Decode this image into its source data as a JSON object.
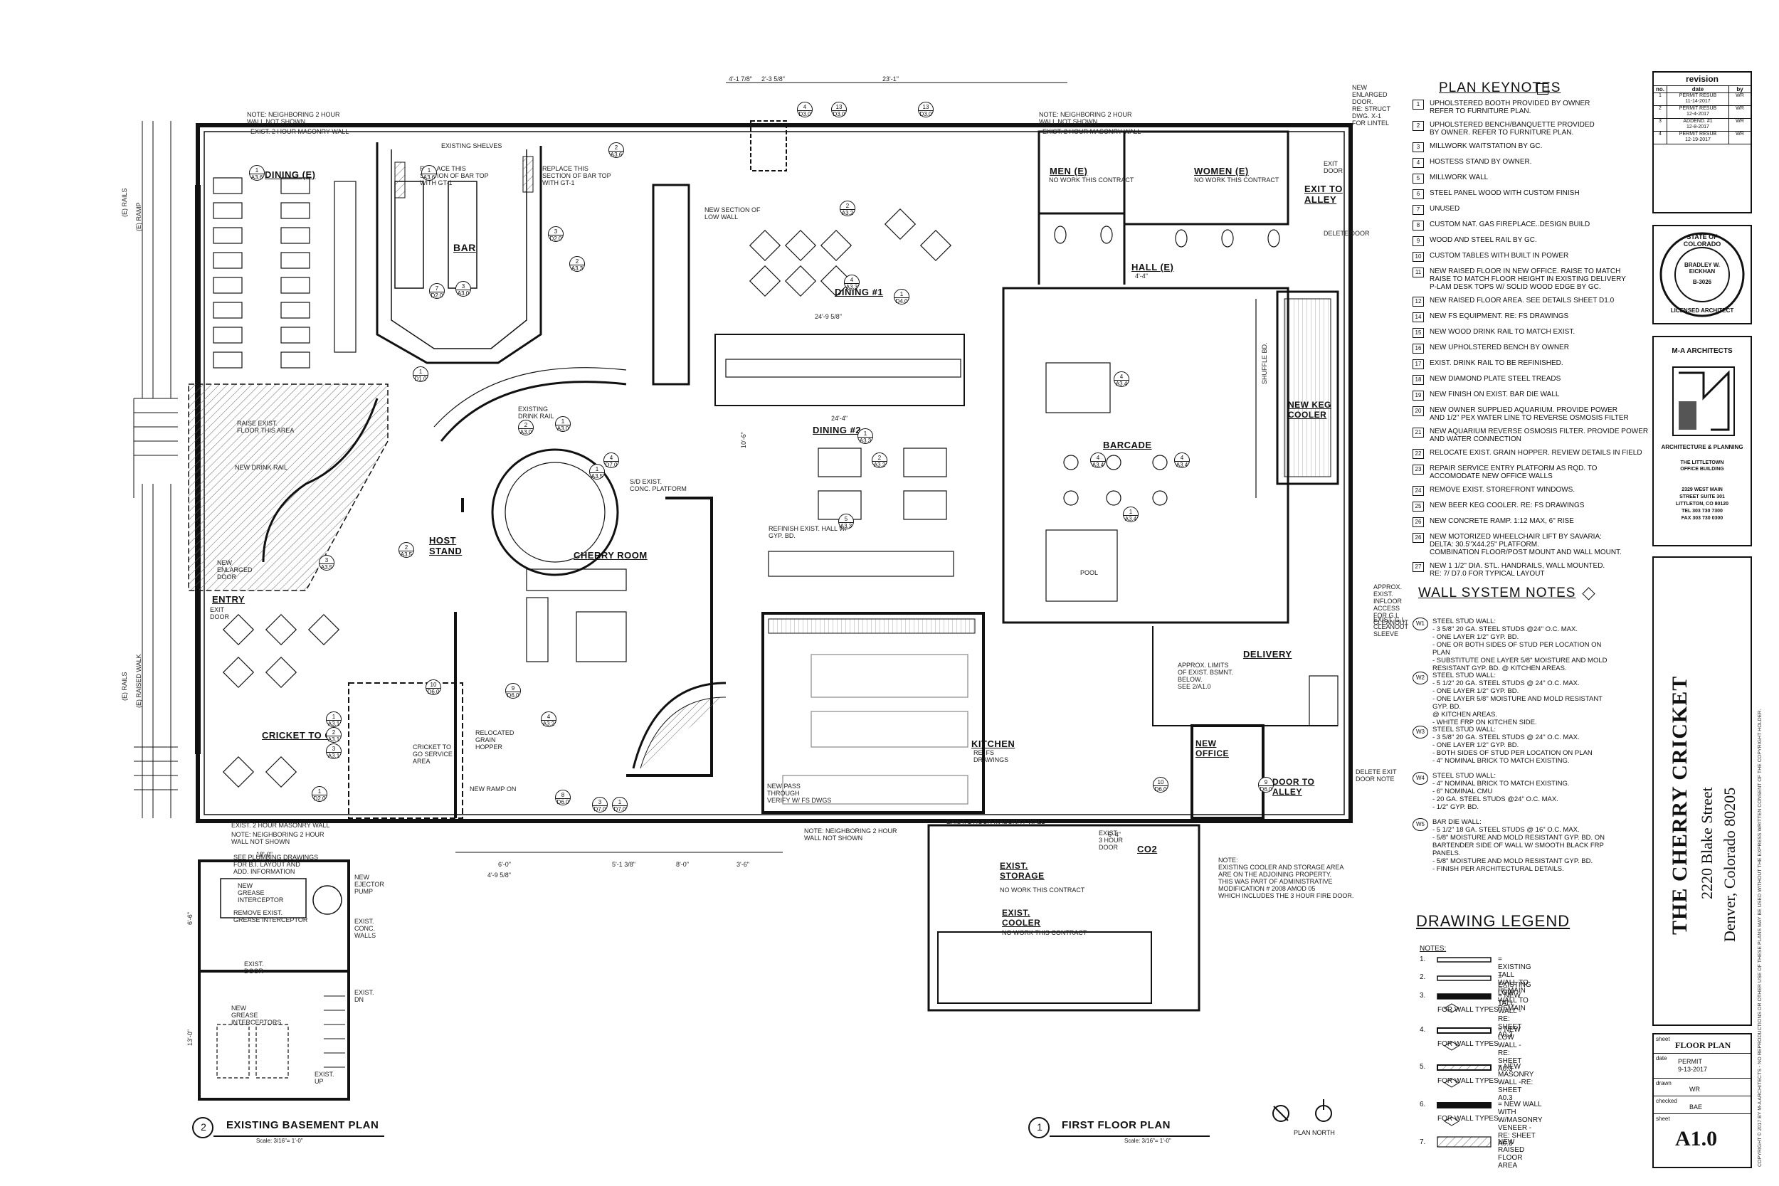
{
  "plan_keynotes": {
    "heading": "PLAN KEYNOTES",
    "items": [
      {
        "n": "1",
        "t": "UPHOLSTERED BOOTH PROVIDED BY OWNER\nREFER TO FURNITURE PLAN."
      },
      {
        "n": "2",
        "t": "UPHOLSTERED BENCH/BANQUETTE PROVIDED\nBY OWNER. REFER TO FURNITURE PLAN."
      },
      {
        "n": "3",
        "t": "MILLWORK WAITSTATION BY GC."
      },
      {
        "n": "4",
        "t": "HOSTESS STAND BY OWNER."
      },
      {
        "n": "5",
        "t": "MILLWORK WALL"
      },
      {
        "n": "6",
        "t": "STEEL PANEL WOOD WITH CUSTOM FINISH"
      },
      {
        "n": "7",
        "t": "UNUSED"
      },
      {
        "n": "8",
        "t": "CUSTOM NAT. GAS FIREPLACE..DESIGN BUILD"
      },
      {
        "n": "9",
        "t": "WOOD AND STEEL RAIL BY GC."
      },
      {
        "n": "10",
        "t": "CUSTOM TABLES WITH BUILT IN POWER"
      },
      {
        "n": "11",
        "t": "NEW RAISED FLOOR IN NEW OFFICE. RAISE TO MATCH\nRAISE TO MATCH FLOOR HEIGHT IN EXISTING DELIVERY\nP-LAM DESK TOPS W/ SOLID WOOD EDGE BY GC."
      },
      {
        "n": "12",
        "t": "NEW RAISED FLOOR AREA. SEE DETAILS SHEET D1.0"
      },
      {
        "n": "14",
        "t": "NEW FS EQUIPMENT. RE: FS DRAWINGS"
      },
      {
        "n": "15",
        "t": "NEW WOOD DRINK RAIL TO MATCH EXIST."
      },
      {
        "n": "16",
        "t": "NEW UPHOLSTERED BENCH BY OWNER"
      },
      {
        "n": "17",
        "t": "EXIST. DRINK RAIL TO BE REFINISHED."
      },
      {
        "n": "18",
        "t": "NEW DIAMOND PLATE STEEL TREADS"
      },
      {
        "n": "19",
        "t": "NEW FINISH ON EXIST. BAR DIE WALL"
      },
      {
        "n": "20",
        "t": "NEW OWNER SUPPLIED AQUARIUM. PROVIDE POWER\nAND 1/2\" PEX WATER LINE TO REVERSE OSMOSIS FILTER"
      },
      {
        "n": "21",
        "t": "NEW AQUARIUM REVERSE OSMOSIS FILTER. PROVIDE POWER\nAND WATER CONNECTION"
      },
      {
        "n": "22",
        "t": "RELOCATE EXIST. GRAIN HOPPER. REVIEW DETAILS IN FIELD"
      },
      {
        "n": "23",
        "t": "REPAIR SERVICE ENTRY PLATFORM AS RQD. TO\nACCOMODATE NEW OFFICE WALLS"
      },
      {
        "n": "24",
        "t": "REMOVE EXIST. STOREFRONT WINDOWS."
      },
      {
        "n": "25",
        "t": "NEW BEER KEG COOLER. RE: FS DRAWINGS"
      },
      {
        "n": "26",
        "t": "NEW CONCRETE RAMP. 1:12 MAX, 6\" RISE"
      },
      {
        "n": "26",
        "t": "NEW MOTORIZED WHEELCHAIR LIFT BY SAVARIA:\nDELTA: 30.5\"X44.25\" PLATFORM.\nCOMBINATION FLOOR/POST MOUNT AND WALL MOUNT."
      },
      {
        "n": "27",
        "t": "NEW 1 1/2\" DIA. STL. HANDRAILS, WALL MOUNTED.\nRE: 7/ D7.0 FOR TYPICAL LAYOUT"
      }
    ]
  },
  "wall_system_notes": {
    "heading": "WALL SYSTEM NOTES",
    "items": [
      {
        "n": "W1",
        "t": "STEEL STUD WALL:\n- 3 5/8\" 20 GA. STEEL STUDS @24\" O.C. MAX.\n- ONE LAYER 1/2\" GYP. BD.\n  - ONE OR BOTH SIDES OF STUD PER LOCATION ON PLAN\n  - SUBSTITUTE ONE LAYER 5/8\" MOISTURE AND MOLD\n    RESISTANT GYP. BD. @ KITCHEN AREAS."
      },
      {
        "n": "W2",
        "t": "STEEL STUD WALL:\n- 5 1/2\" 20 GA. STEEL STUDS @ 24\" O.C. MAX.\n- ONE LAYER 1/2\" GYP. BD.\n- ONE LAYER 5/8\" MOISTURE AND MOLD RESISTANT GYP. BD.\n  @ KITCHEN AREAS.\n  - WHITE FRP ON KITCHEN SIDE."
      },
      {
        "n": "W3",
        "t": "STEEL STUD WALL:\n- 3 5/8\" 20 GA. STEEL STUDS @ 24\" O.C. MAX.\n- ONE LAYER 1/2\" GYP. BD.\n  - BOTH SIDES OF STUD PER LOCATION ON PLAN\n- 4\" NOMINAL BRICK TO MATCH EXISTING."
      },
      {
        "n": "W4",
        "t": "STEEL STUD WALL:\n- 4\" NOMINAL BRICK TO MATCH EXISTING.\n- 6\" NOMINAL CMU\n- 20 GA. STEEL STUDS @24\" O.C. MAX.\n- 1/2\" GYP. BD."
      },
      {
        "n": "W5",
        "t": "BAR DIE WALL:\n- 5 1/2\" 18 GA. STEEL STUDS @ 16\" O.C. MAX.\n- 5/8\" MOISTURE AND MOLD RESISTANT GYP. BD. ON\n  BARTENDER SIDE OF WALL W/ SMOOTH BLACK FRP\n  PANELS.\n- 5/8\" MOISTURE AND MOLD RESISTANT GYP. BD.\n- FINISH PER ARCHITECTURAL DETAILS."
      }
    ]
  },
  "drawing_legend": {
    "heading": "DRAWING LEGEND",
    "notes_label": "NOTES:",
    "items": [
      {
        "n": "1.",
        "t": "= EXISTING TALL WALL TO REMAIN"
      },
      {
        "n": "2.",
        "t": "= EXISTING LOW WALL TO REMAIN"
      },
      {
        "n": "3.",
        "t": "= NEW TALL WALL -RE: SHEET A0.3"
      },
      {
        "n": "4.",
        "t": "= NEW LOW WALL -RE: SHEET A0.3"
      },
      {
        "n": "5.",
        "t": "= NEW MASONRY WALL -RE: SHEET A0.3"
      },
      {
        "n": "6.",
        "t": "= NEW WALL WITH\n  W/MASONRY VENEER -RE: SHEET A0.3"
      },
      {
        "n": "7.",
        "t": "NEW RAISED FLOOR AREA"
      }
    ],
    "for_wall_types": "FOR WALL TYPES"
  },
  "title_block": {
    "revision_heading": "revision",
    "rev_cols": [
      "no.",
      "date",
      "by"
    ],
    "revisions": [
      {
        "no": "1",
        "date": "PERMIT RESUB\n11-14-2017",
        "by": "WR"
      },
      {
        "no": "2",
        "date": "PERMIT RESUB\n12-4-2017",
        "by": "WR"
      },
      {
        "no": "3",
        "date": "ADDEND. #1\n12-8-2017",
        "by": "WR"
      },
      {
        "no": "4",
        "date": "PERMIT RESUB\n12-19-2017",
        "by": "WR"
      }
    ],
    "stamp": {
      "ring_top": "STATE OF COLORADO",
      "ring_bottom": "LICENSED ARCHITECT",
      "name": "BRADLEY W.\nEICKHAN",
      "number": "B-3026"
    },
    "firm": {
      "name": "M-A ARCHITECTS",
      "tagline": "ARCHITECTURE & PLANNING",
      "building": "THE LITTLETOWN\nOFFICE BUILDING",
      "address": "2329 WEST MAIN\nSTREET SUITE 301\nLITTLETON, CO 80120\nTEL 303 730 7300\nFAX 303 730 0300"
    },
    "project": {
      "name": "THE CHERRY CRICKET",
      "street": "2220 Blake Street",
      "city": "Denver, Colorado 80205"
    },
    "sheet_title_label": "sheet",
    "sheet_title": "FLOOR PLAN",
    "date_label": "date",
    "date_value": "PERMIT\n9-13-2017",
    "drawn_label": "drawn",
    "drawn_value": "WR",
    "checked_label": "checked",
    "checked_value": "BAE",
    "sheet_label": "sheet",
    "sheet_number": "A1.0",
    "copyright": "COPYRIGHT © 2017 BY M-A ARCHITECTS - NO REPRODUCTIONS OR OTHER USE OF THESE PLANS MAY BE USED WITHOUT THE EXPRESS WRITTEN CONSENT OF THE COPYRIGHT HOLDER."
  },
  "plan_titles": {
    "first_floor": {
      "num": "1",
      "title": "FIRST FLOOR PLAN",
      "scale": "Scale: 3/16\"= 1'-0\""
    },
    "basement": {
      "num": "2",
      "title": "EXISTING BASEMENT PLAN",
      "scale": "Scale: 3/16\"= 1'-0\""
    },
    "north": "PLAN NORTH"
  },
  "rooms": {
    "dining_e": "DINING (E)",
    "bar": "BAR",
    "dining_1": "DINING #1",
    "dining_2": "DINING #2",
    "men": "MEN (E)",
    "women": "WOMEN (E)",
    "hall": "HALL (E)",
    "exit_alley": "EXIT TO\nALLEY",
    "new_keg_cooler": "NEW KEG\nCOOLER",
    "barcade": "BARCADE",
    "host_stand": "HOST\nSTAND",
    "cherry_room": "CHERRY ROOM",
    "entry": "ENTRY",
    "cricket_to_go": "CRICKET TO GO",
    "kitchen": "KITCHEN",
    "delivery": "DELIVERY",
    "new_office": "NEW\nOFFICE",
    "door_alley": "DOOR TO\nALLEY",
    "storage": "EXIST.\nSTORAGE",
    "cooler": "EXIST.\nCOOLER",
    "co2": "CO2"
  },
  "notes": {
    "nbr_top_left": "NOTE: NEIGHBORING 2 HOUR\nWALL NOT SHOWN",
    "masonry_top": "EXIST. 2 HOUR MASONRY WALL",
    "nbr_top_right": "NOTE: NEIGHBORING 2 HOUR\nWALL NOT SHOWN",
    "masonry_top_r": "EXIST. 2 HOUR MASONRY WALL",
    "shelves": "EXISTING SHELVES",
    "replace_bar_1": "REPLACE THIS\nSECTION OF BAR TOP\nWITH GT-1",
    "replace_bar_2": "REPLACE THIS\nSECTION OF BAR TOP\nWITH GT-1",
    "low_wall": "NEW SECTION OF\nLOW WALL",
    "no_work_men": "NO WORK THIS CONTRACT",
    "no_work_women": "NO WORK THIS CONTRACT",
    "enlarged_door": "NEW\nENLARGED\nDOOR.\nRE: STRUCT\nDWG. X-1\nFOR LINTEL",
    "exist_door_tr": "EXIT\nDOOR",
    "delete_door": "DELETE DOOR",
    "raised_floor": "RAISE EXIST.\nFLOOR THIS AREA",
    "new_drink_rail": "NEW DRINK RAIL",
    "existing_drink_rail": "EXISTING\nDRINK RAIL",
    "conc_platform": "S/D EXIST.\nCONC. PLATFORM",
    "refinish_hall": "REFINISH EXIST. HALL W/\nGYP. BD.",
    "new_enlarged_door": "NEW\nENLARGED\nDOOR",
    "exit_door_entry": "EXIT\nDOOR",
    "shuffle_bd": "SHUFFLE BD.",
    "pool": "POOL",
    "fs_drawings_kitchen": "RE: FS\nDRAWINGS",
    "new_pass": "NEW PASS\nTHROUGH\nVERIFY W/ FS DWGS",
    "relocated_grain": "RELOCATED\nGRAIN\nHOPPER",
    "cricket_service": "CRICKET TO\nGO SERVICE\nAREA",
    "new_ramp": "NEW RAMP ON",
    "masonry_bottom": "EXIST. 2 HOUR MASONRY WALL",
    "nbr_bottom": "NOTE: NEIGHBORING 2 HOUR\nWALL NOT SHOWN",
    "masonry_bottom_mid": "EXIST. 2 HOUR MASONRY WALL",
    "nbr_bottom_mid": "NOTE: NEIGHBORING 2 HOUR\nWALL NOT SHOWN",
    "no_work_storage": "NO WORK THIS CONTRACT",
    "no_work_cooler": "NO WORK THIS CONTRACT",
    "admin_mod": "NOTE:\nEXISTING COOLER AND STORAGE AREA\nARE ON THE ADJOINING PROPERTY.\nTHIS WAS PART OF ADMINISTRATIVE\nMODIFICATION # 2008 AMOD 05\nWHICH INCLUDES THE 3 HOUR FIRE DOOR.",
    "approx_inlet": "APPROX.\nEXIST.\nINFLOOR\nACCESS\nFOR G.I.\nCLEANOUT",
    "exist_gi": "EXIST. G.I.\nCLEANOUT\nSLEEVE",
    "delete_exit_door": "DELETE EXIT\nDOOR NOTE",
    "approx_limits": "APPROX. LIMITS\nOF EXIST. BSMNT.\nBELOW.\nSEE 2/A1.0",
    "exist_door_co2": "EXIST.\n3 HOUR\nDOOR",
    "rails_top": "(E) RAILS",
    "ramp_top": "(E) RAMP",
    "rails_bottom": "(E) RAILS",
    "raised_walk": "(E) RAISED WALK",
    "see_plumbing": "SEE PLUMBING DRAWINGS\nFOR B.I. LAYOUT AND\nADD. INFORMATION",
    "new_grease": "NEW\nGREASE\nINTERCEPTOR",
    "remove_grease": "REMOVE EXIST.\nGREASE INTERCEPTOR",
    "new_ejector": "NEW\nEJECTOR\nPUMP",
    "exist_conc": "EXIST.\nCONC.\nWALLS",
    "exist_door_b": "EXIST.\nDOOR",
    "new_grease_2": "NEW\nGREASE\nINTERCEPTORS",
    "exist_up": "EXIST.\nUP",
    "exist_dn": "EXIST.\nDN"
  },
  "dimensions": {
    "d1": "4'-1 7/8\"",
    "d2": "2'-3 5/8\"",
    "d3": "23'-1\"",
    "d4": "24'-9 5/8\"",
    "d5": "24'-4\"",
    "d6": "4'-4\"",
    "d7": "6'-0\"",
    "d8": "5'-1 3/8\"",
    "d9": "8'-0\"",
    "d10": "3'-6\"",
    "d11": "4'-9 5/8\"",
    "d12": "18'-0\"",
    "d13": "6'-6\"",
    "d14": "13'-0\"",
    "d15": "6'-4\"",
    "d16": "10'-6\""
  },
  "tags": [
    {
      "id": "t1",
      "a": "1",
      "b": "A3.6"
    },
    {
      "id": "t2",
      "a": "1",
      "b": "A3.6"
    },
    {
      "id": "t3",
      "a": "2",
      "b": "A3.6"
    },
    {
      "id": "t4",
      "a": "4",
      "b": "D3.0"
    },
    {
      "id": "t5",
      "a": "13",
      "b": "D3.0"
    },
    {
      "id": "t6",
      "a": "13",
      "b": "D3.0"
    },
    {
      "id": "t7",
      "a": "2",
      "b": "A3.2"
    },
    {
      "id": "t8",
      "a": "3",
      "b": "D2.0"
    },
    {
      "id": "t9",
      "a": "7",
      "b": "D2.0"
    },
    {
      "id": "t10",
      "a": "2",
      "b": "A3.3"
    },
    {
      "id": "t11",
      "a": "3",
      "b": "A3.0"
    },
    {
      "id": "t12",
      "a": "1",
      "b": "D1.0"
    },
    {
      "id": "t13",
      "a": "2",
      "b": "A3.0"
    },
    {
      "id": "t14",
      "a": "1",
      "b": "A3.0"
    },
    {
      "id": "t15",
      "a": "3",
      "b": "A3.5"
    },
    {
      "id": "t16",
      "a": "2",
      "b": "A3.5"
    },
    {
      "id": "t17",
      "a": "1",
      "b": "A3.5"
    },
    {
      "id": "t18",
      "a": "4",
      "b": "A3.4"
    },
    {
      "id": "t19",
      "a": "4",
      "b": "A3.4"
    },
    {
      "id": "t20",
      "a": "4",
      "b": "A3.4"
    },
    {
      "id": "t21",
      "a": "1",
      "b": "A3.4"
    },
    {
      "id": "t22",
      "a": "2",
      "b": "A3.2"
    },
    {
      "id": "t23",
      "a": "1",
      "b": "A3.3"
    },
    {
      "id": "t24",
      "a": "10",
      "b": "D6.0"
    },
    {
      "id": "t25",
      "a": "9",
      "b": "D6.0"
    },
    {
      "id": "t26",
      "a": "8",
      "b": "D6.0"
    },
    {
      "id": "t27",
      "a": "1",
      "b": "D7.0"
    },
    {
      "id": "t28",
      "a": "4",
      "b": "D7.0"
    },
    {
      "id": "t29",
      "a": "10",
      "b": "D6.0"
    },
    {
      "id": "t30",
      "a": "9",
      "b": "D6.0"
    },
    {
      "id": "t31",
      "a": "1",
      "b": "A3.1"
    },
    {
      "id": "t32",
      "a": "2",
      "b": "A3.1"
    },
    {
      "id": "t33",
      "a": "3",
      "b": "A3.1"
    },
    {
      "id": "t34",
      "a": "4",
      "b": "A3.2"
    },
    {
      "id": "t35",
      "a": "1",
      "b": "D2.0"
    },
    {
      "id": "t36",
      "a": "3",
      "b": "D7.0"
    },
    {
      "id": "t37",
      "a": "5",
      "b": "A3.3"
    },
    {
      "id": "t38",
      "a": "1",
      "b": "D4.0"
    },
    {
      "id": "t39",
      "a": "4",
      "b": "A3.3"
    }
  ],
  "colors": {
    "ink": "#111111",
    "paper": "#ffffff",
    "hatch": "#555555",
    "equipment": "#777777"
  }
}
